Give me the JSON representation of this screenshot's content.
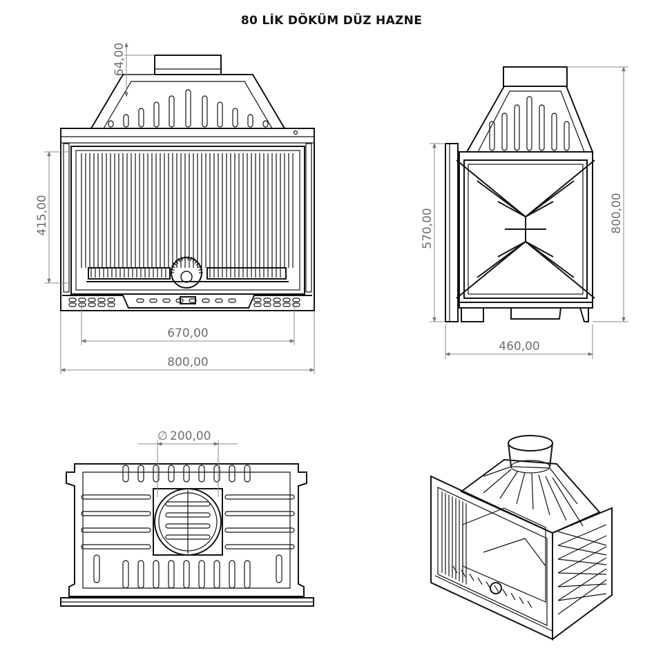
{
  "title": "80 LİK DÖKÜM DÜZ HAZNE",
  "views": {
    "front": {
      "dim_flue_height": "64,00",
      "dim_door_height": "415,00",
      "dim_door_width": "670,00",
      "dim_total_width": "800,00"
    },
    "side": {
      "dim_door_depth_height": "570,00",
      "dim_total_height": "800,00",
      "dim_depth": "460,00"
    },
    "top": {
      "dim_flue_diameter": "200,00",
      "diameter_symbol": "∅"
    }
  }
}
